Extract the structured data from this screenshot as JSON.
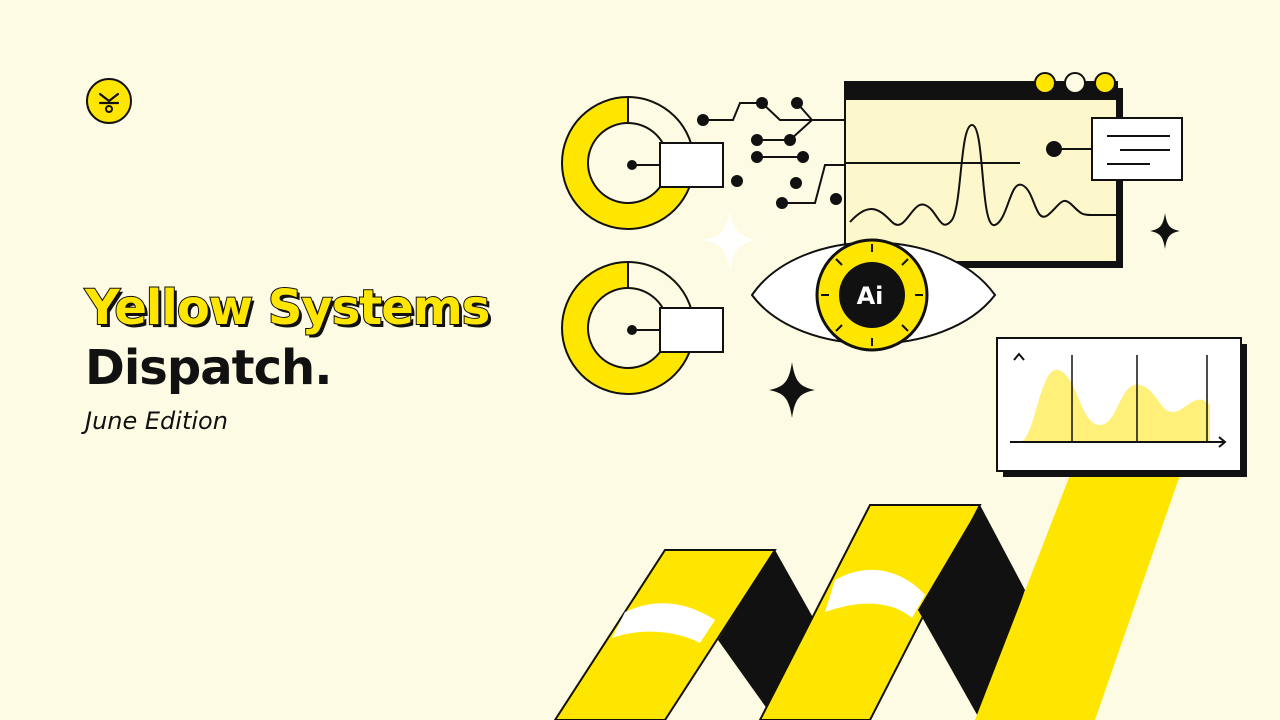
{
  "brand": {
    "logo_icon": "yellow-systems-logo-icon"
  },
  "hero": {
    "title_line1": "Yellow Systems",
    "title_line2": "Dispatch.",
    "subtitle": "June Edition"
  },
  "illustration": {
    "eye_badge_text": "Ai",
    "icons": [
      "donut-chart-icon",
      "circuit-icon",
      "waveform-window-icon",
      "eye-icon",
      "area-chart-icon",
      "sparkle-icon",
      "ribbon-chart-icon"
    ]
  },
  "colors": {
    "background": "#fdfbe3",
    "accent": "#ffe600",
    "ink": "#111111",
    "panel": "#fdf7cc",
    "soft_yellow": "#fff07a"
  }
}
